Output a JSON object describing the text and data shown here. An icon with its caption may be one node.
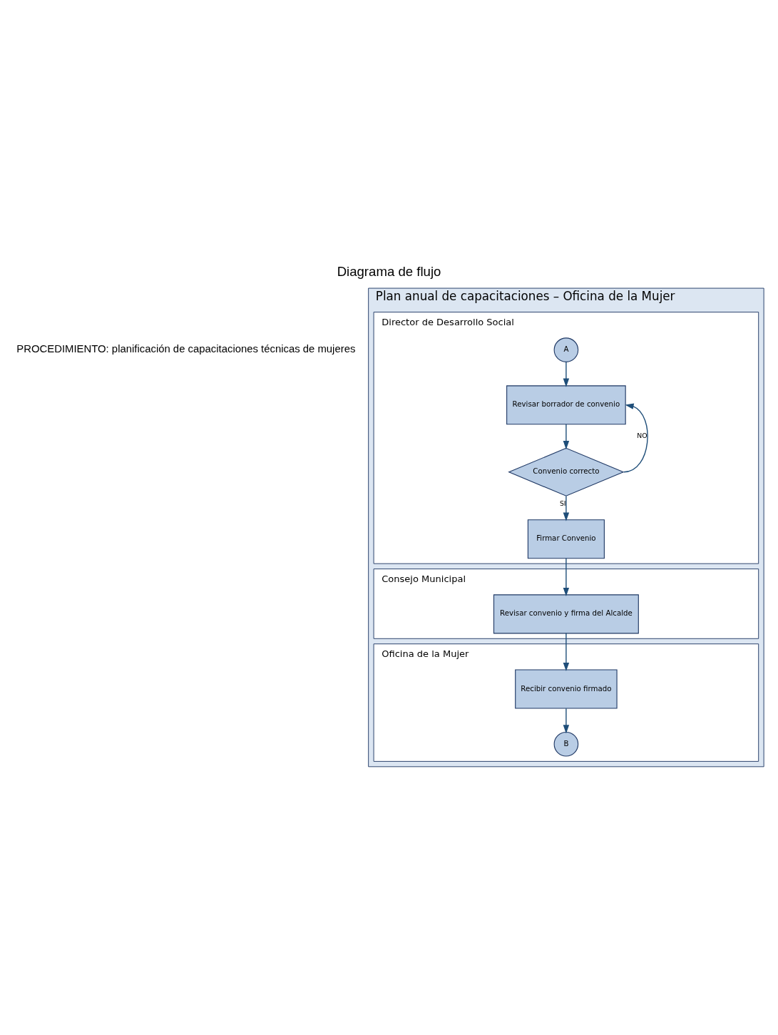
{
  "diagram": {
    "title": "Diagrama de flujo",
    "nodes": [
      {
        "text": [
          "Plan anual de capacitaciones – Oficina de la Mujer"
        ]
      },
      {
        "text": [
          "Director de Desarrollo Social"
        ],
        "in": 0
      },
      {
        "text": [
          "A"
        ],
        "in": 1
      },
      {
        "text": [
          "Revisar borrador de convenio"
        ],
        "in": 1
      },
      {
        "text": [
          "Convenio correcto"
        ],
        "in": 1
      },
      {
        "text": [
          "Firmar Convenio"
        ],
        "in": 1
      },
      {
        "text": [
          "Consejo Municipal"
        ],
        "in": 0
      },
      {
        "text": [
          "Revisar convenio y firma del Alcalde"
        ],
        "in": 6
      },
      {
        "text": [
          "Oficina de la Mujer"
        ],
        "in": 0
      },
      {
        "text": [
          "Recibir convenio firmado"
        ],
        "in": 8
      },
      {
        "text": [
          "B"
        ],
        "in": 8
      }
    ],
    "edges": [
      {
        "from": 2,
        "to": 3,
        "arrow": "to"
      },
      {
        "from": 3,
        "to": 4,
        "arrow": "to"
      },
      {
        "from": 4,
        "to": 3,
        "arrow": "to",
        "label": "NO"
      },
      {
        "from": 4,
        "to": 5,
        "arrow": "to",
        "label": "SI"
      },
      {
        "from": 5,
        "to": 7,
        "arrow": "to"
      },
      {
        "from": 7,
        "to": 9,
        "arrow": "to"
      },
      {
        "from": 9,
        "to": 10,
        "arrow": "to"
      }
    ],
    "labels": [
      "PROCEDIMIENTO: planificación de capacitaciones técnicas de mujeres"
    ]
  }
}
